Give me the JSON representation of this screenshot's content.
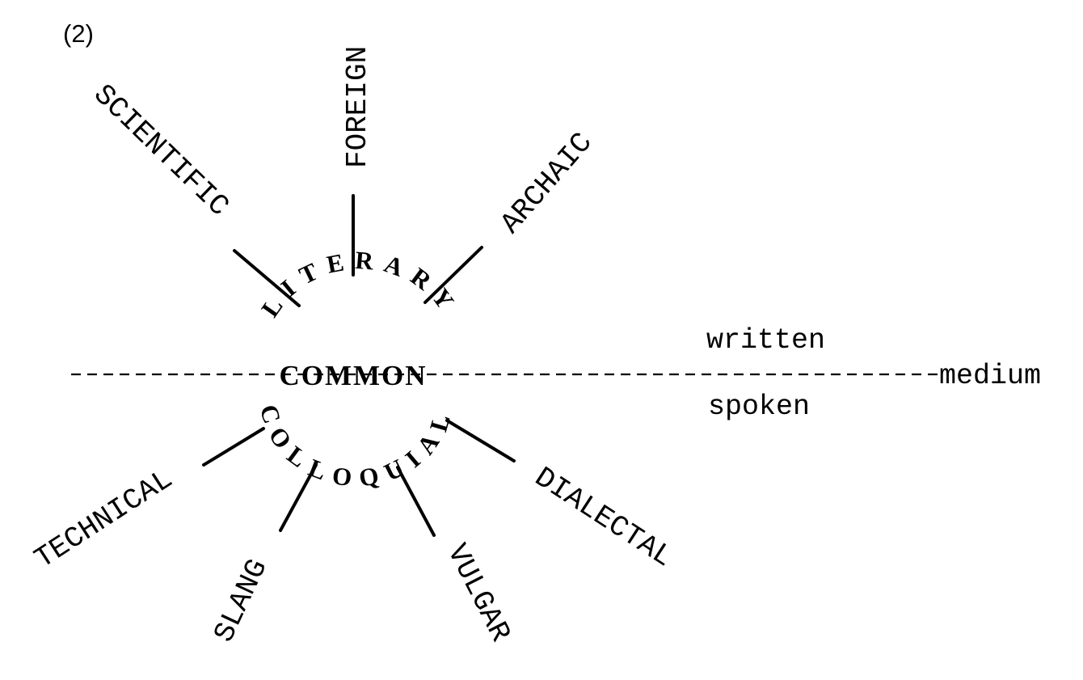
{
  "figure_number": "(2)",
  "center_label": "COMMON",
  "upper_arc_label": "LITERARY",
  "lower_arc_label": "COLLOQUIAL",
  "axis": {
    "end_label": "medium",
    "upper_side_label": "written",
    "lower_side_label": "spoken"
  },
  "spokes": [
    "SCIENTIFIC",
    "FOREIGN",
    "ARCHAIC",
    "DIALECTAL",
    "VULGAR",
    "SLANG",
    "TECHNICAL"
  ]
}
